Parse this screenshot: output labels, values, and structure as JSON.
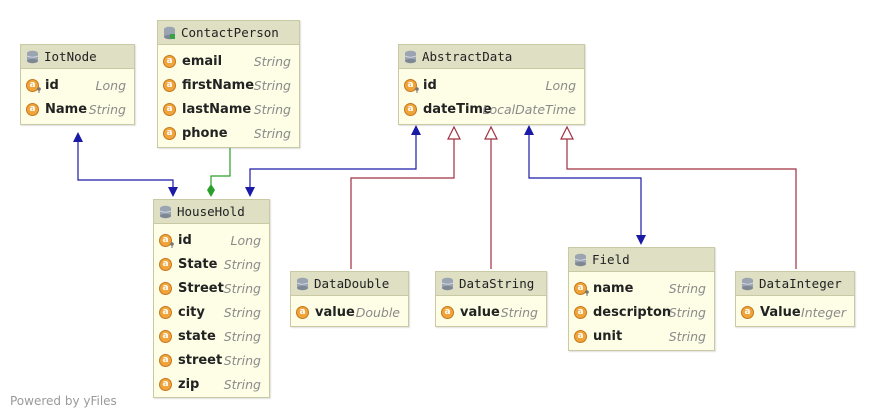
{
  "diagram": {
    "watermark": "Powered by yFiles",
    "entities": {
      "iotnode": {
        "title": "IotNode",
        "attributes": [
          {
            "name": "id",
            "type": "Long",
            "key": true
          },
          {
            "name": "Name",
            "type": "String",
            "key": false
          }
        ]
      },
      "contactperson": {
        "title": "ContactPerson",
        "attributes": [
          {
            "name": "email",
            "type": "String",
            "key": false
          },
          {
            "name": "firstName",
            "type": "String",
            "key": false
          },
          {
            "name": "lastName",
            "type": "String",
            "key": false
          },
          {
            "name": "phone",
            "type": "String",
            "key": false
          }
        ]
      },
      "abstractdata": {
        "title": "AbstractData",
        "attributes": [
          {
            "name": "id",
            "type": "Long",
            "key": true
          },
          {
            "name": "dateTime",
            "type": "LocalDateTime",
            "key": false
          }
        ]
      },
      "household": {
        "title": "HouseHold",
        "attributes": [
          {
            "name": "id",
            "type": "Long",
            "key": true
          },
          {
            "name": "State",
            "type": "String",
            "key": false
          },
          {
            "name": "Street",
            "type": "String",
            "key": false
          },
          {
            "name": "city",
            "type": "String",
            "key": false
          },
          {
            "name": "state",
            "type": "String",
            "key": false
          },
          {
            "name": "street",
            "type": "String",
            "key": false
          },
          {
            "name": "zip",
            "type": "String",
            "key": false
          }
        ]
      },
      "datadouble": {
        "title": "DataDouble",
        "attributes": [
          {
            "name": "value",
            "type": "Double",
            "key": false
          }
        ]
      },
      "datastring": {
        "title": "DataString",
        "attributes": [
          {
            "name": "value",
            "type": "String",
            "key": false
          }
        ]
      },
      "field": {
        "title": "Field",
        "attributes": [
          {
            "name": "name",
            "type": "String",
            "key": true
          },
          {
            "name": "descripton",
            "type": "String",
            "key": false
          },
          {
            "name": "unit",
            "type": "String",
            "key": false
          }
        ]
      },
      "datainteger": {
        "title": "DataInteger",
        "attributes": [
          {
            "name": "Value",
            "type": "Integer",
            "key": false
          }
        ]
      }
    },
    "relations": [
      {
        "from": "household",
        "to": "iotnode",
        "kind": "association",
        "color": "#1a1aa6"
      },
      {
        "from": "household",
        "to": "contactperson",
        "kind": "composition",
        "color": "#2aa02a"
      },
      {
        "from": "household",
        "to": "abstractdata",
        "kind": "association",
        "color": "#1a1aa6"
      },
      {
        "from": "datadouble",
        "to": "abstractdata",
        "kind": "inheritance",
        "color": "#a03040"
      },
      {
        "from": "datastring",
        "to": "abstractdata",
        "kind": "inheritance",
        "color": "#a03040"
      },
      {
        "from": "abstractdata",
        "to": "field",
        "kind": "association",
        "color": "#1a1aa6"
      },
      {
        "from": "datainteger",
        "to": "abstractdata",
        "kind": "inheritance",
        "color": "#a03040"
      }
    ],
    "colors": {
      "association": "#1a1aa6",
      "composition": "#2aa02a",
      "inheritance": "#a03040",
      "header": "#dfdfc4",
      "body": "#fefee7",
      "attribute_icon": "#f0a43a"
    }
  }
}
